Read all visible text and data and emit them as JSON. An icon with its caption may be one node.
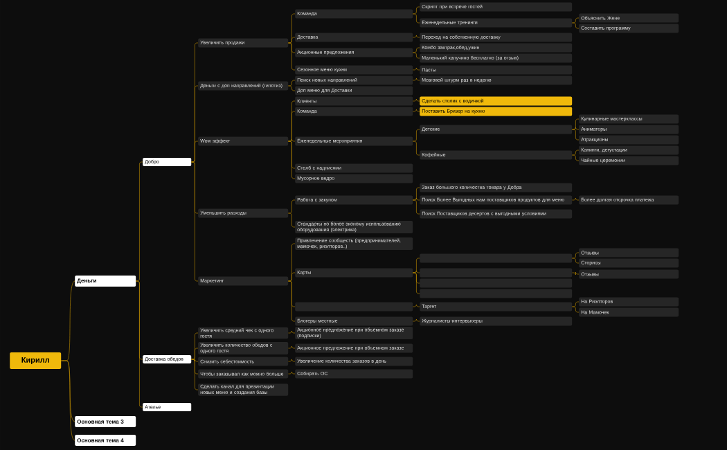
{
  "diagram": {
    "nodes": [
      {
        "text": [
          "Кирилл"
        ]
      },
      {
        "text": [
          "Деньги"
        ]
      },
      {
        "text": [
          "Добро"
        ]
      },
      {
        "text": [
          "Увеличить продажи"
        ]
      },
      {
        "text": [
          "Команда"
        ]
      },
      {
        "text": [
          "Скрипт при встрече гостей"
        ]
      },
      {
        "text": [
          "Еженедельные тренинги"
        ]
      },
      {
        "text": [
          "Объяснить Жене"
        ]
      },
      {
        "text": [
          "Составить программу"
        ]
      },
      {
        "text": [
          "Доставка"
        ]
      },
      {
        "text": [
          "Переход на собственную доставку"
        ]
      },
      {
        "text": [
          "Акционные предложения"
        ]
      },
      {
        "text": [
          "Комбо завтрак,обед,ужин"
        ]
      },
      {
        "text": [
          "Маленький капучино бесплатно (за отзыв)"
        ]
      },
      {
        "text": [
          "Сезонное меню кухни"
        ]
      },
      {
        "text": [
          "Пасты"
        ]
      },
      {
        "text": [
          "Деньги с доп направлений (гипотиз)"
        ]
      },
      {
        "text": [
          "Поиск новых направлений"
        ]
      },
      {
        "text": [
          "Мозговой штурм раз в неделю"
        ]
      },
      {
        "text": [
          "Доп меню для Доставки"
        ]
      },
      {
        "text": [
          "Wow эффект"
        ]
      },
      {
        "text": [
          "Клиенты"
        ]
      },
      {
        "text": [
          "Сделать столик с водичкой"
        ]
      },
      {
        "text": [
          "Команда"
        ]
      },
      {
        "text": [
          "Поставить Бризер на кухню"
        ]
      },
      {
        "text": [
          "Еженедельные мероприятия"
        ]
      },
      {
        "text": [
          "Детские"
        ]
      },
      {
        "text": [
          "Кулинарные мастерклассы"
        ]
      },
      {
        "text": [
          "Аниматоры"
        ]
      },
      {
        "text": [
          "Атракционы"
        ]
      },
      {
        "text": [
          "Кофейные"
        ]
      },
      {
        "text": [
          "Капинги, дегустации"
        ]
      },
      {
        "text": [
          "Чайные церемонии"
        ]
      },
      {
        "text": [
          "Столб с надписями"
        ]
      },
      {
        "text": [
          "Мусорное ведро"
        ]
      },
      {
        "text": [
          "Уменьшить расходы"
        ]
      },
      {
        "text": [
          "Работа с закупом"
        ]
      },
      {
        "text": [
          "Заказ большого количества товара у Добра"
        ]
      },
      {
        "text": [
          "Поиск Более Выгодных нам поставщиков продуктов для меню"
        ]
      },
      {
        "text": [
          "Более долгая отсрочка платежа"
        ]
      },
      {
        "text": [
          "Поиск Поставщиков десертов с выгодными условиями"
        ]
      },
      {
        "text": [
          "Стандарты по более эконому использованию оборудования (электрика)"
        ]
      },
      {
        "text": [
          "Маркетинг"
        ]
      },
      {
        "text": [
          "Привлечение сообщесть (предпринимателей, мамочек, риэлторов..)"
        ]
      },
      {
        "text": [
          "Карты"
        ]
      },
      {
        "text": [],
        "shape": "box"
      },
      {
        "text": [
          "Отзывы"
        ]
      },
      {
        "text": [
          "Сторисы"
        ]
      },
      {
        "text": [],
        "shape": "box"
      },
      {
        "text": [
          "Отзывы"
        ]
      },
      {
        "text": [],
        "shape": "box"
      },
      {
        "text": [],
        "shape": "box"
      },
      {
        "text": [],
        "shape": "box"
      },
      {
        "text": [
          "Таргет"
        ]
      },
      {
        "text": [
          "На Риэлторов"
        ]
      },
      {
        "text": [
          "На Мамочек"
        ]
      },
      {
        "text": [
          "Блогеры местные"
        ]
      },
      {
        "text": [
          "Журналисты-интервьюеры"
        ]
      },
      {
        "text": [
          "Доставка обедов"
        ]
      },
      {
        "text": [
          "Увеличить средний чек с одного гостя"
        ]
      },
      {
        "text": [
          "Акционное предложение при объемном заказе (подписки)"
        ]
      },
      {
        "text": [
          "Увеличить количество обедов с одного гостя"
        ]
      },
      {
        "text": [
          "Акционное предложение при объемном заказе"
        ]
      },
      {
        "text": [
          "Снизить себестоимость"
        ]
      },
      {
        "text": [
          "Увеличение количества заказов в день"
        ]
      },
      {
        "text": [
          "Чтобы заказывал как можно больше"
        ]
      },
      {
        "text": [
          "Собирать ОС"
        ]
      },
      {
        "text": [
          "Сделать канал для презинтации новых меню и создания базы"
        ]
      },
      {
        "text": [
          "Ателье"
        ]
      },
      {
        "text": [
          "Основная тема 3"
        ]
      },
      {
        "text": [
          "Основная тема 4"
        ]
      }
    ],
    "edges": [
      {
        "from": 0,
        "to": 1,
        "arrow": "none"
      },
      {
        "from": 1,
        "to": 2,
        "arrow": "none"
      },
      {
        "from": 2,
        "to": 3,
        "arrow": "none"
      },
      {
        "from": 3,
        "to": 4,
        "arrow": "none"
      },
      {
        "from": 4,
        "to": 5,
        "arrow": "none"
      },
      {
        "from": 4,
        "to": 6,
        "arrow": "none"
      },
      {
        "from": 6,
        "to": 7,
        "arrow": "none"
      },
      {
        "from": 6,
        "to": 8,
        "arrow": "none"
      },
      {
        "from": 3,
        "to": 9,
        "arrow": "none"
      },
      {
        "from": 9,
        "to": 10,
        "arrow": "none"
      },
      {
        "from": 3,
        "to": 11,
        "arrow": "none"
      },
      {
        "from": 11,
        "to": 12,
        "arrow": "none"
      },
      {
        "from": 11,
        "to": 13,
        "arrow": "none"
      },
      {
        "from": 3,
        "to": 14,
        "arrow": "none"
      },
      {
        "from": 14,
        "to": 15,
        "arrow": "none"
      },
      {
        "from": 2,
        "to": 16,
        "arrow": "none"
      },
      {
        "from": 16,
        "to": 17,
        "arrow": "none"
      },
      {
        "from": 17,
        "to": 18,
        "arrow": "none"
      },
      {
        "from": 16,
        "to": 19,
        "arrow": "none"
      },
      {
        "from": 2,
        "to": 20,
        "arrow": "none"
      },
      {
        "from": 20,
        "to": 21,
        "arrow": "none"
      },
      {
        "from": 21,
        "to": 22,
        "arrow": "none"
      },
      {
        "from": 20,
        "to": 23,
        "arrow": "none"
      },
      {
        "from": 23,
        "to": 24,
        "arrow": "none"
      },
      {
        "from": 20,
        "to": 25,
        "arrow": "none"
      },
      {
        "from": 25,
        "to": 26,
        "arrow": "none"
      },
      {
        "from": 26,
        "to": 27,
        "arrow": "none"
      },
      {
        "from": 26,
        "to": 28,
        "arrow": "none"
      },
      {
        "from": 26,
        "to": 29,
        "arrow": "none"
      },
      {
        "from": 25,
        "to": 30,
        "arrow": "none"
      },
      {
        "from": 30,
        "to": 31,
        "arrow": "none"
      },
      {
        "from": 30,
        "to": 32,
        "arrow": "none"
      },
      {
        "from": 20,
        "to": 33,
        "arrow": "none"
      },
      {
        "from": 20,
        "to": 34,
        "arrow": "none"
      },
      {
        "from": 2,
        "to": 35,
        "arrow": "none"
      },
      {
        "from": 35,
        "to": 36,
        "arrow": "none"
      },
      {
        "from": 36,
        "to": 37,
        "arrow": "none"
      },
      {
        "from": 36,
        "to": 38,
        "arrow": "none"
      },
      {
        "from": 38,
        "to": 39,
        "arrow": "none"
      },
      {
        "from": 36,
        "to": 40,
        "arrow": "none"
      },
      {
        "from": 35,
        "to": 41,
        "arrow": "none"
      },
      {
        "from": 2,
        "to": 42,
        "arrow": "none"
      },
      {
        "from": 42,
        "to": 43,
        "arrow": "none"
      },
      {
        "from": 42,
        "to": 44,
        "arrow": "none"
      },
      {
        "from": 44,
        "to": 45,
        "arrow": "none"
      },
      {
        "from": 45,
        "to": 46,
        "arrow": "none"
      },
      {
        "from": 45,
        "to": 47,
        "arrow": "none"
      },
      {
        "from": 44,
        "to": 48,
        "arrow": "none"
      },
      {
        "from": 48,
        "to": 49,
        "arrow": "none"
      },
      {
        "from": 44,
        "to": 50,
        "arrow": "none"
      },
      {
        "from": 44,
        "to": 51,
        "arrow": "none"
      },
      {
        "from": 42,
        "to": 52,
        "arrow": "none"
      },
      {
        "from": 52,
        "to": 53,
        "arrow": "none"
      },
      {
        "from": 53,
        "to": 54,
        "arrow": "none"
      },
      {
        "from": 53,
        "to": 55,
        "arrow": "none"
      },
      {
        "from": 42,
        "to": 56,
        "arrow": "none"
      },
      {
        "from": 56,
        "to": 57,
        "arrow": "none"
      },
      {
        "from": 1,
        "to": 58,
        "arrow": "none"
      },
      {
        "from": 58,
        "to": 59,
        "arrow": "none"
      },
      {
        "from": 59,
        "to": 60,
        "arrow": "none"
      },
      {
        "from": 58,
        "to": 61,
        "arrow": "none"
      },
      {
        "from": 61,
        "to": 62,
        "arrow": "none"
      },
      {
        "from": 58,
        "to": 63,
        "arrow": "none"
      },
      {
        "from": 63,
        "to": 64,
        "arrow": "none"
      },
      {
        "from": 58,
        "to": 65,
        "arrow": "none"
      },
      {
        "from": 65,
        "to": 66,
        "arrow": "none"
      },
      {
        "from": 58,
        "to": 67,
        "arrow": "none"
      },
      {
        "from": 1,
        "to": 68,
        "arrow": "none"
      },
      {
        "from": 0,
        "to": 69,
        "arrow": "none"
      },
      {
        "from": 0,
        "to": 70,
        "arrow": "none"
      }
    ]
  }
}
